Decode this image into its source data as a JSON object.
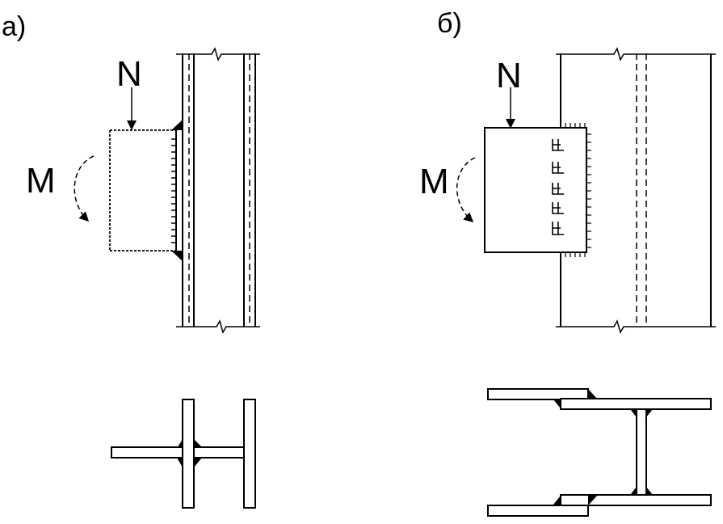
{
  "panels": [
    {
      "id": "a",
      "label": "а)",
      "force_label": "N",
      "moment_label": "M"
    },
    {
      "id": "b",
      "label": "б)",
      "force_label": "N",
      "moment_label": "M"
    }
  ],
  "colors": {
    "line": "#000000",
    "weld_fill": "#000000",
    "background": "#ffffff"
  }
}
